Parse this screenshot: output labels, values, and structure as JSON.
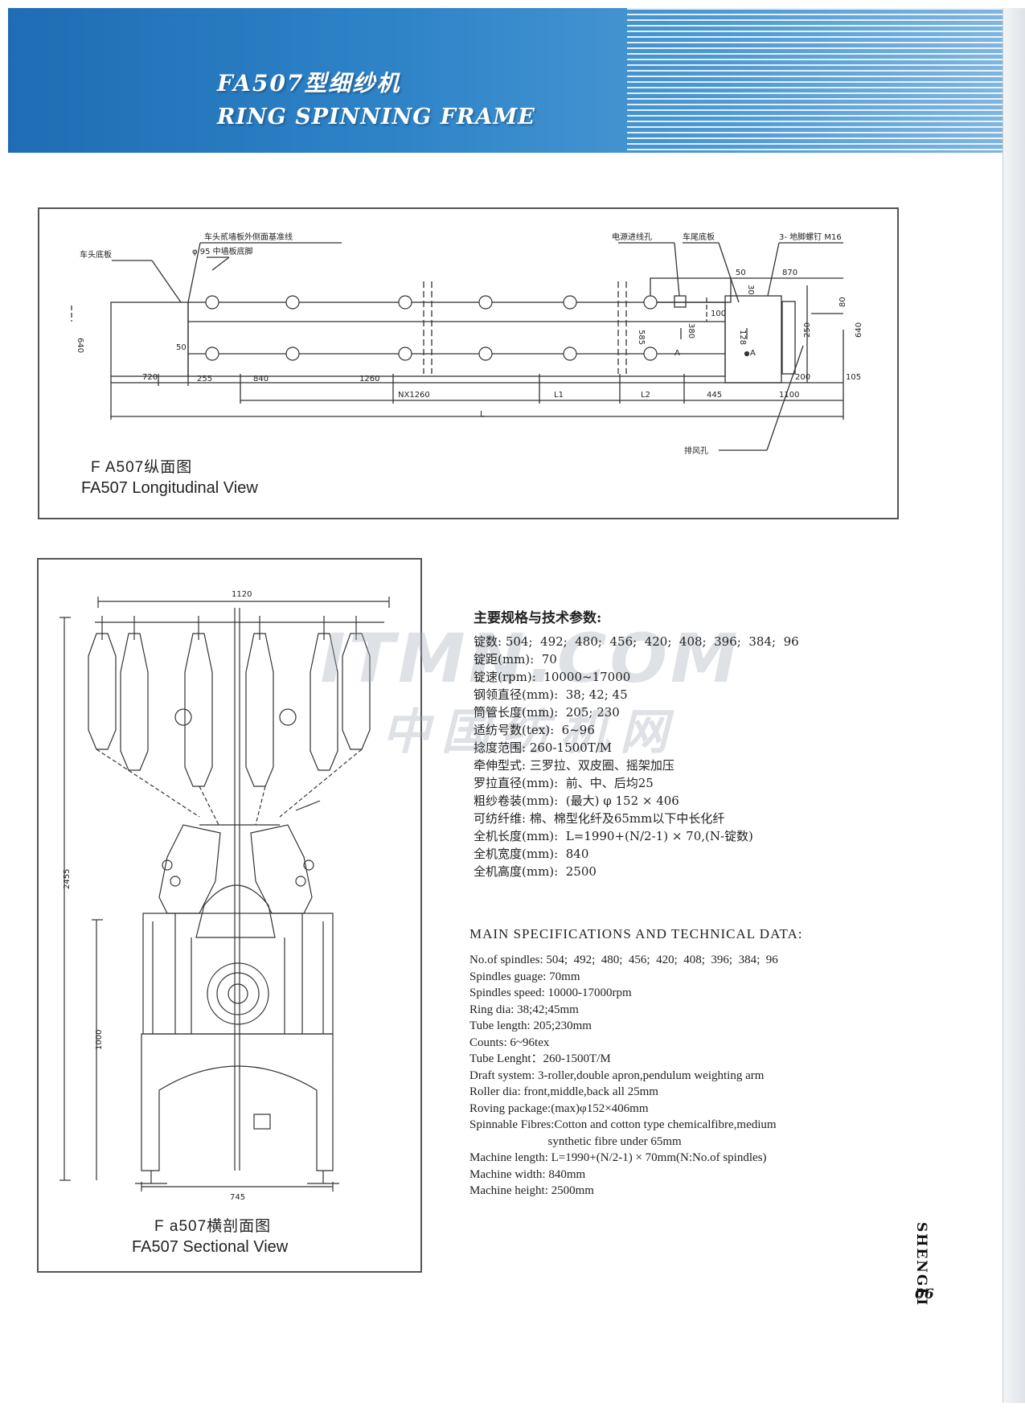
{
  "header": {
    "title_cn": "FA507型细纱机",
    "title_en": "RING SPINNING FRAME"
  },
  "longitudinal_view": {
    "labels": {
      "head_base": "车头底板",
      "wall_ref": "车头贰墙板外侧面基准线",
      "foot": "φ 95 中墙板底脚",
      "power_inlet": "电源进线孔",
      "tail_base": "车尾底板",
      "anchor": "3- 地脚螺钉 M16",
      "exhaust": "排风孔"
    },
    "dims": {
      "d640_left": "640",
      "d50": "50",
      "d720": "720",
      "d255": "255",
      "d840": "840",
      "d1260": "1260",
      "dN1260": "NX1260",
      "dL1": "L1",
      "dL2": "L2",
      "d445": "445",
      "d1100": "1100",
      "dL": "L",
      "d585": "585",
      "d380": "380",
      "d100": "100",
      "d128": "128",
      "d50b": "50",
      "d30": "30",
      "d870": "870",
      "d250": "250",
      "d80": "80",
      "d640_right": "640",
      "d200": "200",
      "d105": "105",
      "secA1": "A",
      "secA2": "A"
    },
    "caption_cn": "F A507纵面图",
    "caption_en": "FA507 Longitudinal View"
  },
  "sectional_view": {
    "dims": {
      "width_top": "1120",
      "height_total": "2455",
      "height_lower": "1000",
      "width_base": "745"
    },
    "caption_cn": "F a507横剖面图",
    "caption_en": "FA507 Sectional View"
  },
  "watermark": {
    "line1": "ITMN.COM",
    "line2": "中国纺机网"
  },
  "specs_cn": {
    "heading": "主要规格与技术参数:",
    "rows": [
      "锭数: 504;  492;  480;  456;  420;  408;  396;  384;  96",
      "锭距(mm):  70",
      "锭速(rpm):  10000~17000",
      "钢领直径(mm):  38; 42; 45",
      "筒管长度(mm):  205; 230",
      "适纺号数(tex):  6~96",
      "捻度范围: 260-1500T/M",
      "牵伸型式: 三罗拉、双皮圈、摇架加压",
      "罗拉直径(mm):  前、中、后均25",
      "粗纱卷装(mm):  (最大) φ 152 × 406",
      "可纺纤维: 棉、棉型化纤及65mm以下中长化纤",
      "全机长度(mm):  L=1990+(N/2-1) × 70,(N-锭数)",
      "全机宽度(mm):  840",
      "全机高度(mm):  2500"
    ]
  },
  "specs_en": {
    "heading": "MAIN SPECIFICATIONS AND TECHNICAL DATA:",
    "rows": [
      "No.of spindles: 504;  492;  480;  456;  420;  408;  396;  384;  96",
      "Spindles guage: 70mm",
      "Spindles speed: 10000-17000rpm",
      "Ring dia: 38;42;45mm",
      "Tube length: 205;230mm",
      "Counts: 6~96tex",
      "Tube Lenght：260-1500T/M",
      "Draft system: 3-roller,double apron,pendulum weighting arm",
      "Roller dia: front,middle,back all 25mm",
      "Roving package:(max)φ152×406mm",
      "Spinnable Fibres:Cotton and cotton type chemicalfibre,medium",
      "                          synthetic fibre under 65mm",
      "Machine length: L=1990+(N/2-1) × 70mm(N:No.of spindles)",
      "Machine width: 840mm",
      "Machine height: 2500mm"
    ]
  },
  "brand": "SHENGLI",
  "page_number": "06",
  "colors": {
    "header_blue": "#2f84c8",
    "line": "#333333"
  }
}
